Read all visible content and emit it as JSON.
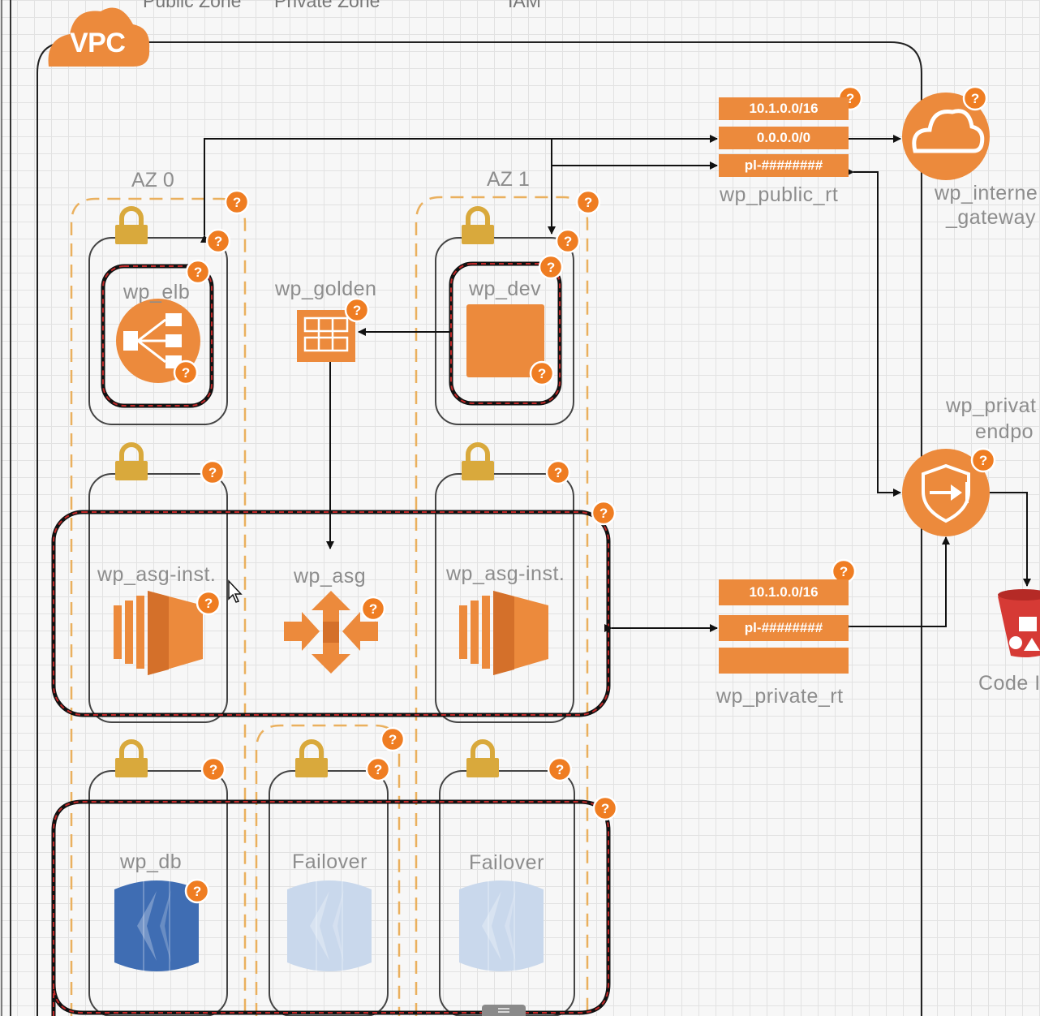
{
  "top_zones": [
    "Public Zone",
    "Private Zone",
    "IAM"
  ],
  "vpc_label": "VPC",
  "availability_zones": [
    "AZ 0",
    "AZ 1"
  ],
  "route_tables": {
    "public": {
      "name": "wp_public_rt",
      "entries": [
        "10.1.0.0/16",
        "0.0.0.0/0",
        "pl-########"
      ]
    },
    "private": {
      "name": "wp_private_rt",
      "entries": [
        "10.1.0.0/16",
        "pl-########",
        ""
      ]
    }
  },
  "nodes": {
    "internet_gateway": {
      "line1": "wp_interne",
      "line2": "_gateway"
    },
    "private_endpoint": {
      "line1": "wp_privat",
      "line2": "endpo"
    },
    "elb": "wp_elb",
    "golden": "wp_golden",
    "dev": "wp_dev",
    "asg_inst_0": "wp_asg-inst.",
    "asg": "wp_asg",
    "asg_inst_1": "wp_asg-inst.",
    "db": "wp_db",
    "failover_0": "Failover",
    "failover_1": "Failover",
    "code_bucket": "Code I"
  },
  "badge_glyph": "?",
  "colors": {
    "aws_orange": "#ec8a3c",
    "badge": "#ef7d22",
    "lock_gold": "#d9a93c",
    "az_dash": "#eab05e",
    "group_red": "#c02828",
    "rds_blue": "#3f6db3",
    "rds_faded": "#c9d8ec",
    "grid": "#e2e2e2"
  }
}
